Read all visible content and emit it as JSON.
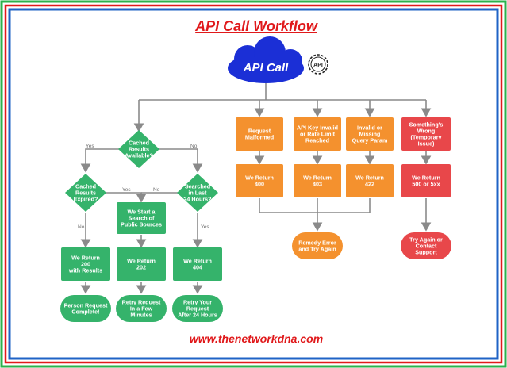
{
  "title": "API Call Workflow",
  "start": "API Call",
  "badge": "API",
  "footer": "www.thenetworkdna.com",
  "colors": {
    "green": "#35b36b",
    "orange": "#f4912e",
    "red": "#e8474a",
    "cloud": "#1b2fd6",
    "title": "#e0191b",
    "line": "#8a8a8a"
  },
  "labels": {
    "yes": "Yes",
    "no": "No"
  },
  "nodes": {
    "cached_available": [
      "Cached",
      "Results",
      "Available?"
    ],
    "cached_expired": [
      "Cached",
      "Results",
      "Expired?"
    ],
    "start_search": [
      "We Start a",
      "Search of",
      "Public Sources"
    ],
    "searched_24": [
      "Searched",
      "in Last",
      "24 Hours?"
    ],
    "return_200": [
      "We Return",
      "200",
      "with Results"
    ],
    "return_202": [
      "We Return",
      "202"
    ],
    "return_404": [
      "We Return",
      "404"
    ],
    "person_complete": [
      "Person Request",
      "Complete!"
    ],
    "retry_few": [
      "Retry Request",
      "In a Few",
      "Minutes"
    ],
    "retry_24": [
      "Retry Your",
      "Request",
      "After 24 Hours"
    ],
    "malformed": [
      "Request",
      "Malformed"
    ],
    "key_invalid": [
      "API Key Invalid",
      "or Rate Limit",
      "Reached"
    ],
    "missing_param": [
      "Invalid or",
      "Missing",
      "Query Param"
    ],
    "something_wrong": [
      "Something's",
      "Wrong",
      "(Temporary",
      "Issue)"
    ],
    "return_400": [
      "We Return",
      "400"
    ],
    "return_403": [
      "We Return",
      "403"
    ],
    "return_422": [
      "We Return",
      "422"
    ],
    "return_500": [
      "We Return",
      "500 or 5xx"
    ],
    "remedy": [
      "Remedy Error",
      "and Try Again"
    ],
    "try_again": [
      "Try Again or",
      "Contact",
      "Support"
    ]
  }
}
